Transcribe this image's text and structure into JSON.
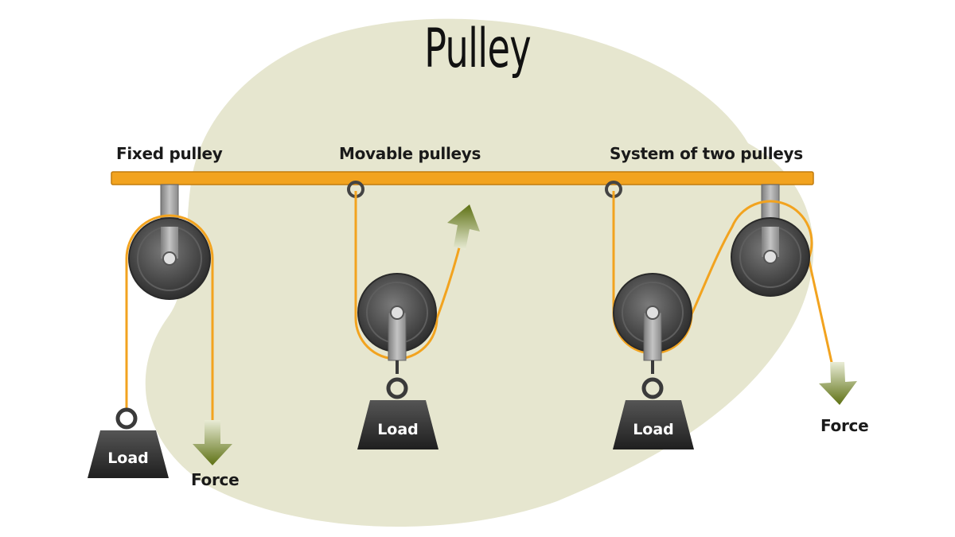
{
  "title": "Pulley",
  "sections": {
    "fixed": {
      "label": "Fixed pulley",
      "load_label": "Load",
      "force_label": "Force"
    },
    "movable": {
      "label": "Movable pulleys",
      "load_label": "Load"
    },
    "system": {
      "label": "System of two pulleys",
      "load_label": "Load",
      "force_label": "Force"
    }
  },
  "colors": {
    "background_blob": "#e6e6cf",
    "beam": "#f2a31f",
    "rope": "#f2a31f",
    "pulley_wheel": "#4a4a4a",
    "bracket": "#9a9a9a",
    "load": "#2e2e2e",
    "arrow": "#6b7d1a"
  },
  "icons": [
    "pulley-wheel-icon",
    "load-weight-icon",
    "force-arrow-icon",
    "hook-icon"
  ]
}
